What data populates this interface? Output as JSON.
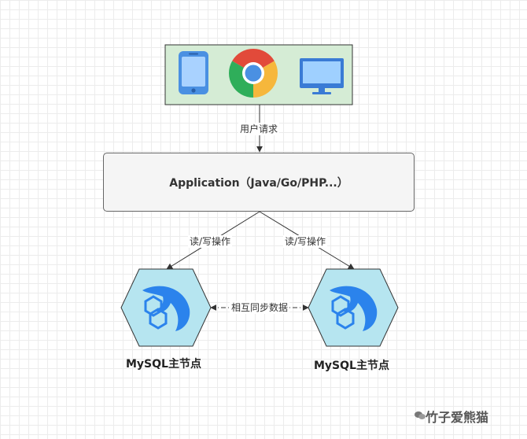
{
  "clients": {
    "frame_fill": "#d5ecd5",
    "items": [
      {
        "icon": "mobile-phone-icon"
      },
      {
        "icon": "chrome-browser-icon"
      },
      {
        "icon": "desktop-monitor-icon"
      }
    ]
  },
  "request_label": "用户请求",
  "application": {
    "title": "Application（Java/Go/PHP...）"
  },
  "edges": {
    "left": "读/写操作",
    "right": "读/写操作",
    "sync": "相互同步数据"
  },
  "nodes": [
    {
      "icon": "mysql-dolphin-icon",
      "label": "MySQL主节点"
    },
    {
      "icon": "mysql-dolphin-icon",
      "label": "MySQL主节点"
    }
  ],
  "watermark": {
    "text": "竹子爱熊猫",
    "icon": "wechat-icon"
  },
  "colors": {
    "hexagon_fill": "#b6e5f0",
    "dolphin": "#2b83ec",
    "chrome_red": "#e24a3a",
    "chrome_green": "#2fae5a",
    "chrome_yellow": "#f6b73c"
  }
}
